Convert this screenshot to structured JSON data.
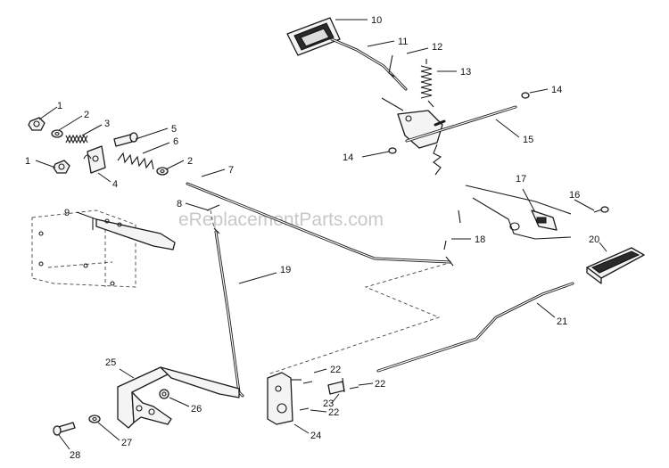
{
  "watermark": "eReplacementParts.com",
  "callouts": {
    "c1a": "1",
    "c1b": "1",
    "c2a": "2",
    "c2b": "2",
    "c3": "3",
    "c4": "4",
    "c5": "5",
    "c6": "6",
    "c7": "7",
    "c8": "8",
    "c9": "9",
    "c10": "10",
    "c11": "11",
    "c12": "12",
    "c13": "13",
    "c14a": "14",
    "c14b": "14",
    "c15": "15",
    "c16": "16",
    "c17": "17",
    "c18": "18",
    "c19": "19",
    "c20": "20",
    "c21": "21",
    "c22a": "22",
    "c22b": "22",
    "c22c": "22",
    "c23": "23",
    "c24": "24",
    "c25": "25",
    "c26": "26",
    "c27": "27",
    "c28": "28"
  },
  "colors": {
    "line": "#1a1a1a",
    "watermark": "#c8c8c8",
    "background": "#ffffff"
  }
}
